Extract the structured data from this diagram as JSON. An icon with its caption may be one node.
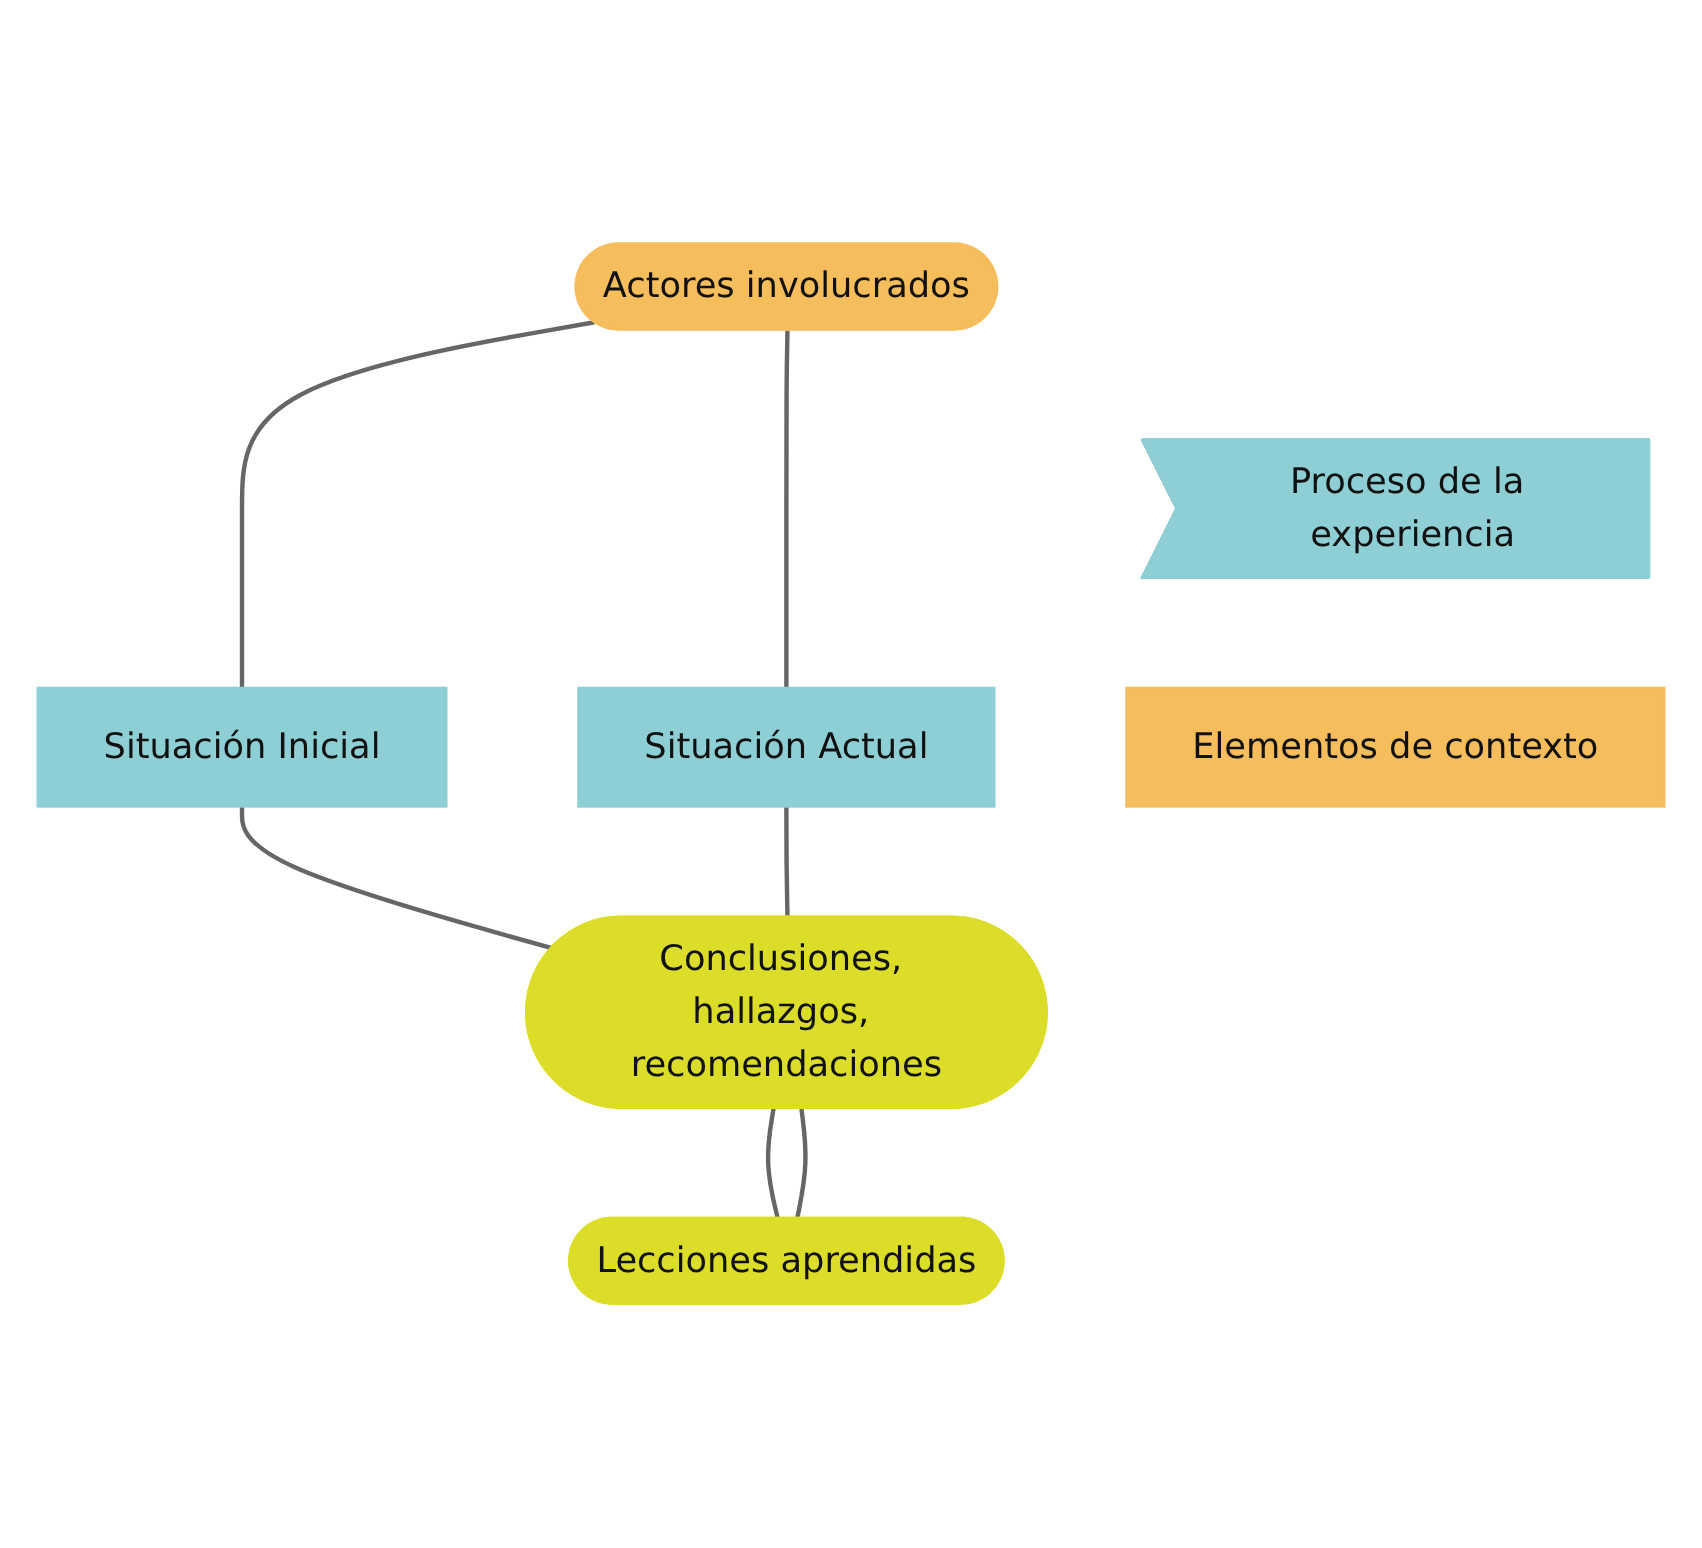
{
  "diagram": {
    "nodes": [
      {
        "text": [
          "Actores involucrados"
        ]
      },
      {
        "text": [
          "Situación Inicial"
        ]
      },
      {
        "text": [
          "Proceso de la experiencia"
        ]
      },
      {
        "text": [
          "Situación Actual"
        ]
      },
      {
        "text": [
          "Elementos de contexto"
        ]
      },
      {
        "text": [
          "Conclusiones, hallazgos, recomendaciones"
        ]
      },
      {
        "text": [
          "Lecciones aprendidas"
        ]
      }
    ],
    "edges": [
      {
        "from": 0,
        "to": 1,
        "arrow": "none"
      },
      {
        "from": 0,
        "to": 3,
        "arrow": "none"
      },
      {
        "from": 1,
        "to": 5,
        "arrow": "none"
      },
      {
        "from": 3,
        "to": 5,
        "arrow": "none"
      },
      {
        "from": 5,
        "to": 6,
        "arrow": "none"
      },
      {
        "from": 5,
        "to": 6,
        "arrow": "none"
      }
    ]
  }
}
